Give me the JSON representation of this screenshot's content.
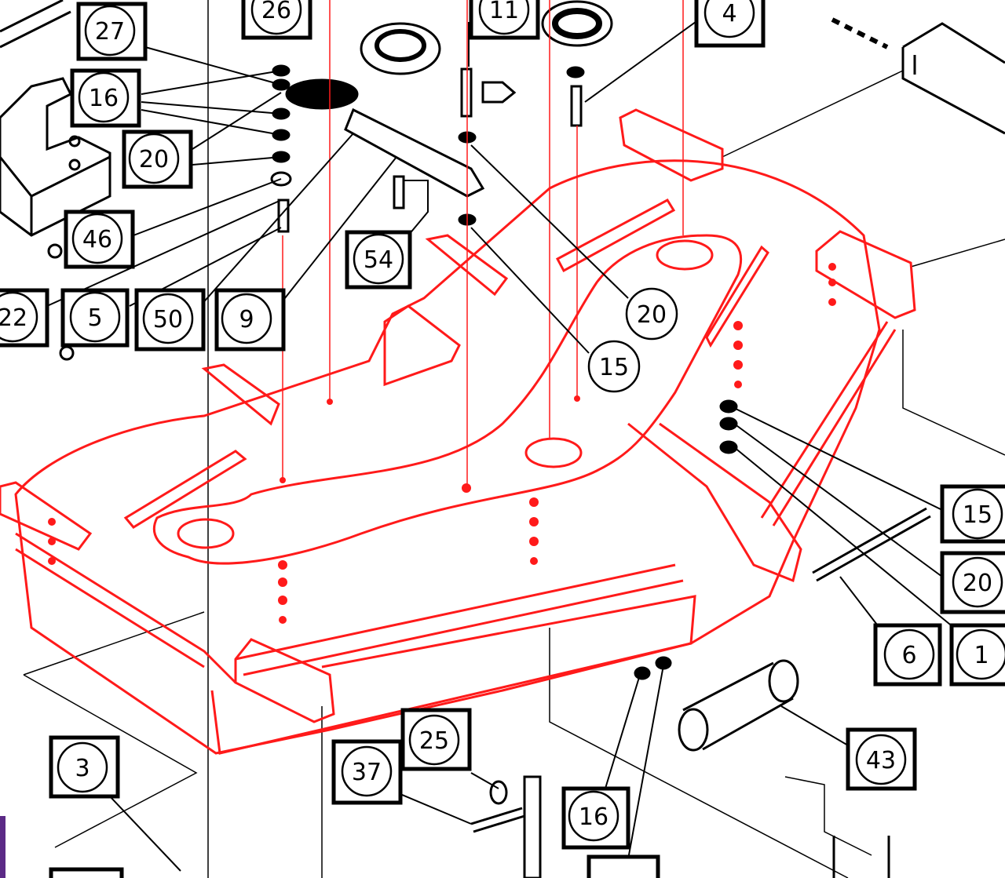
{
  "colors": {
    "deck": "#ff1a1a",
    "ink": "#000000",
    "accent_bar": "#5b2a86",
    "background": "#ffffff"
  },
  "callouts": [
    {
      "id": "c27a",
      "label": "27"
    },
    {
      "id": "c26",
      "label": "26"
    },
    {
      "id": "c11",
      "label": "11"
    },
    {
      "id": "c4",
      "label": "4"
    },
    {
      "id": "c16a",
      "label": "16"
    },
    {
      "id": "c20a",
      "label": "20"
    },
    {
      "id": "c46",
      "label": "46"
    },
    {
      "id": "c54",
      "label": "54"
    },
    {
      "id": "c22",
      "label": "22"
    },
    {
      "id": "c5",
      "label": "5"
    },
    {
      "id": "c50",
      "label": "50"
    },
    {
      "id": "c9",
      "label": "9"
    },
    {
      "id": "c20b",
      "label": "20"
    },
    {
      "id": "c15a",
      "label": "15"
    },
    {
      "id": "c15b",
      "label": "15"
    },
    {
      "id": "c20c",
      "label": "20"
    },
    {
      "id": "c6",
      "label": "6"
    },
    {
      "id": "c1",
      "label": "1"
    },
    {
      "id": "c43",
      "label": "43"
    },
    {
      "id": "c3",
      "label": "3"
    },
    {
      "id": "c25",
      "label": "25"
    },
    {
      "id": "c37",
      "label": "37"
    },
    {
      "id": "c16b",
      "label": "16"
    }
  ]
}
